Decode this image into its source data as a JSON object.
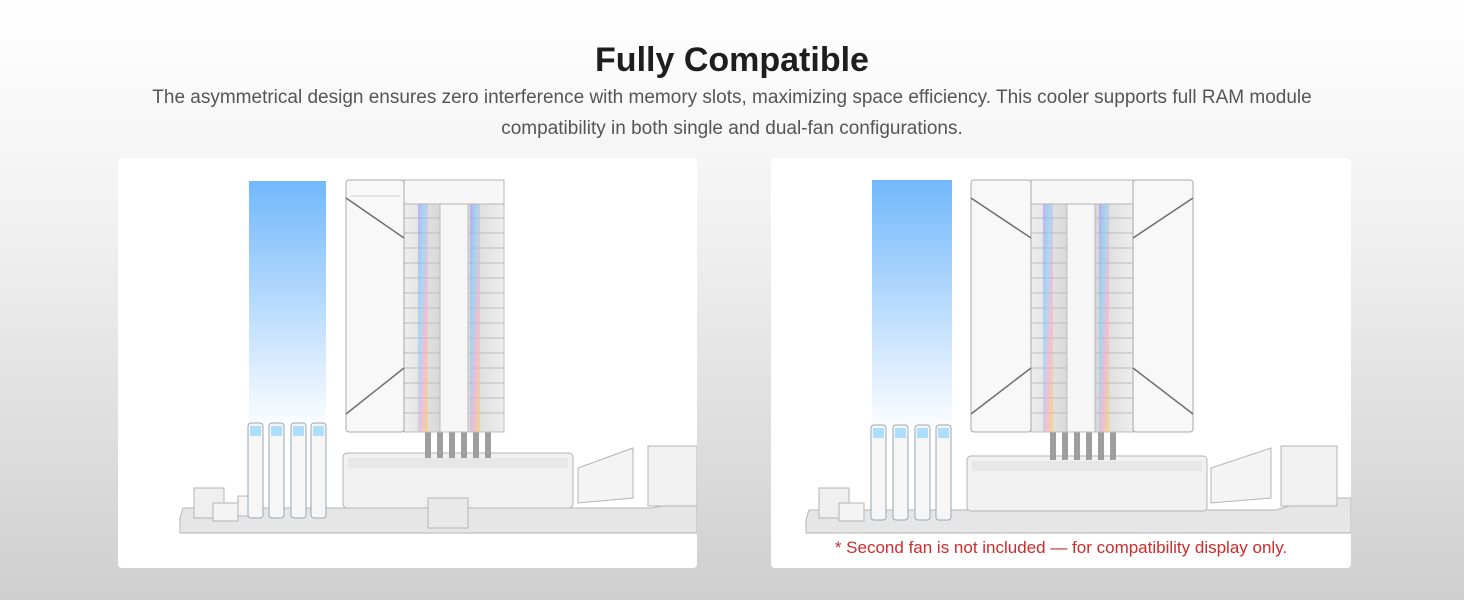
{
  "header": {
    "title": "Fully Compatible",
    "description": "The asymmetrical design ensures zero interference with memory slots, maximizing space efficiency. This cooler supports full RAM module compatibility in both single and dual-fan configurations."
  },
  "panels": [
    {
      "label": "single-fan configuration",
      "note": ""
    },
    {
      "label": "dual-fan configuration",
      "note": "* Second fan is not included — for compatibility display only."
    }
  ],
  "colors": {
    "ram_clearance_top": "#72b8fb",
    "ram_clearance_bottom": "#ffffff",
    "note": "#d02b2b",
    "title": "#1e1e1e",
    "body_text": "#555555"
  }
}
